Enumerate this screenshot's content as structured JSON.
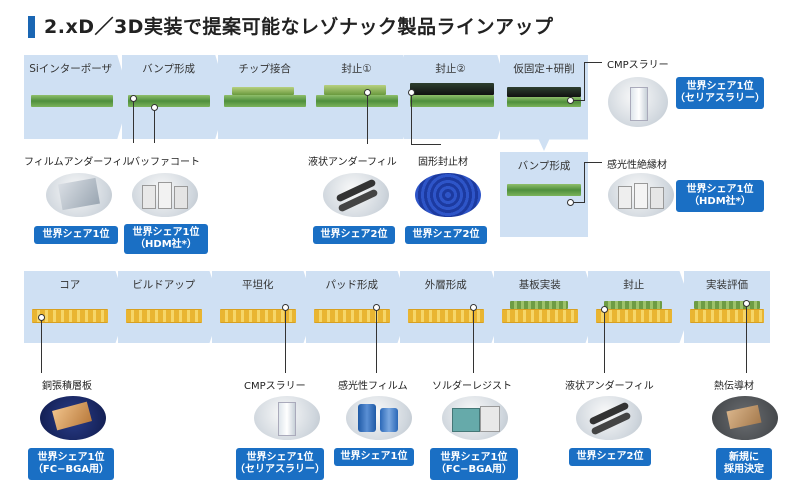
{
  "title": "2.xD／3D実装で提案可能なレゾナック製品ラインアップ",
  "top_process": [
    "Siインターポーザ",
    "バンプ形成",
    "チップ接合",
    "封止①",
    "封止②",
    "仮固定+研削",
    "バンプ形成"
  ],
  "bottom_process": [
    "コア",
    "ビルドアップ",
    "平坦化",
    "パッド形成",
    "外層形成",
    "基板実装",
    "封止",
    "実装評価"
  ],
  "materials": {
    "film_underfill": "フィルムアンダーフィル",
    "buffer_coat": "バッファコート",
    "liquid_underfill_top": "液状アンダーフィル",
    "solid_encapsulant": "固形封止材",
    "cmp_slurry_top": "CMPスラリー",
    "photosensitive_insulator": "感光性絶縁材",
    "copper_clad_laminate": "銅張積層板",
    "cmp_slurry_bottom": "CMPスラリー",
    "photosensitive_film": "感光性フィルム",
    "solder_resist": "ソルダーレジスト",
    "liquid_underfill_bottom": "液状アンダーフィル",
    "thermal_material": "熱伝導材"
  },
  "badges": {
    "b1": [
      "世界シェア1位"
    ],
    "b2": [
      "世界シェア1位",
      "（HDM社*）"
    ],
    "b3": [
      "世界シェア2位"
    ],
    "b4": [
      "世界シェア2位"
    ],
    "b5": [
      "世界シェア1位",
      "（セリアスラリー）"
    ],
    "b6": [
      "世界シェア1位",
      "（HDM社*）"
    ],
    "b7": [
      "世界シェア1位",
      "（FC−BGA用）"
    ],
    "b8": [
      "世界シェア1位",
      "（セリアスラリー）"
    ],
    "b9": [
      "世界シェア1位"
    ],
    "b10": [
      "世界シェア1位",
      "（FC−BGA用）"
    ],
    "b11": [
      "世界シェア2位"
    ],
    "b12": [
      "新規に",
      "採用決定"
    ]
  },
  "colors": {
    "accent": "#1a66b3",
    "badge": "#1a6fc4",
    "step_bg": "#cfe0f3"
  }
}
